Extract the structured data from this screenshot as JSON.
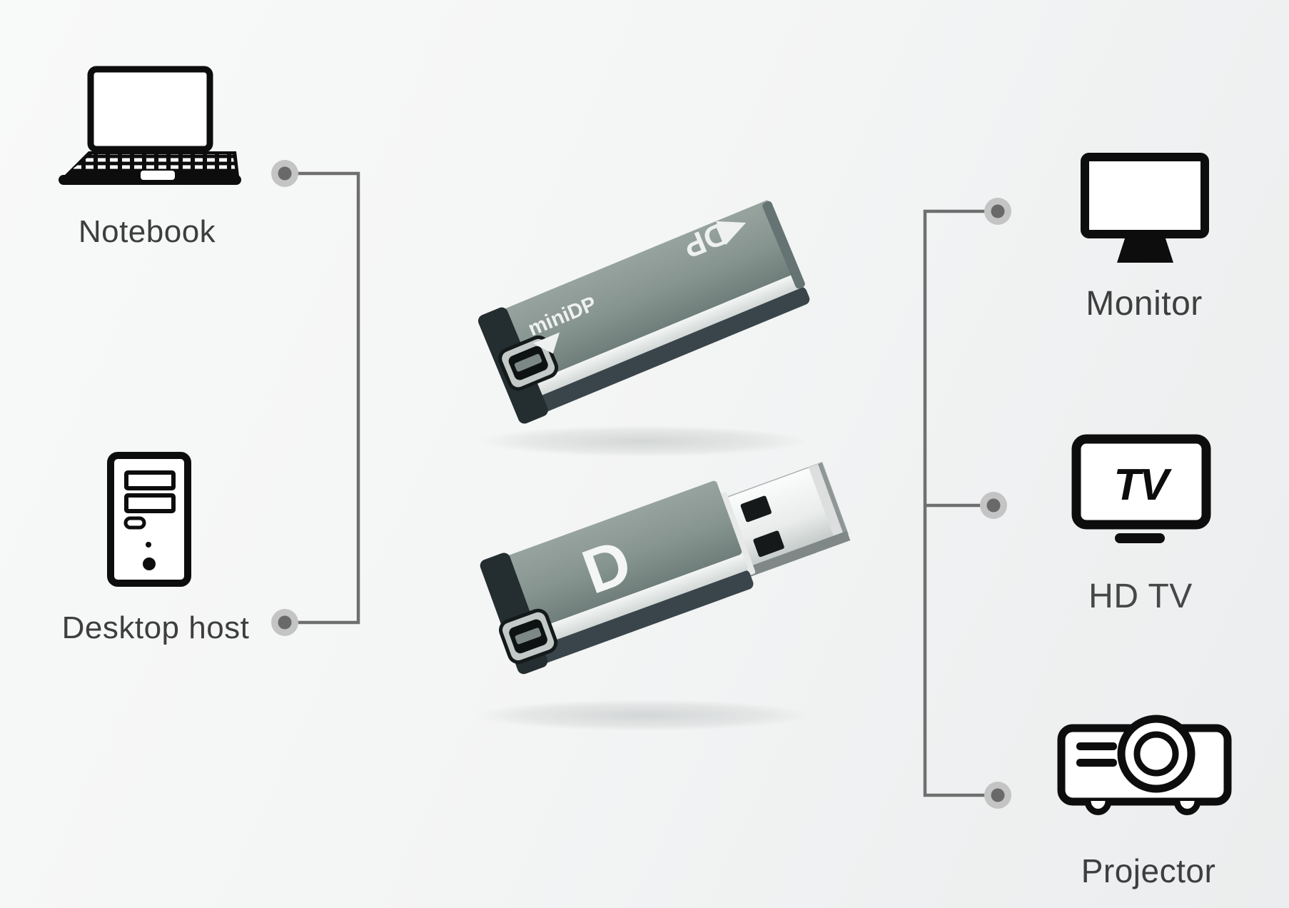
{
  "labels": {
    "notebook": "Notebook",
    "desktop": "Desktop host",
    "monitor": "Monitor",
    "hdtv": "HD TV",
    "projector": "Projector"
  },
  "adapter": {
    "minidp_label": "miniDP",
    "dp_label": "DP",
    "dp_logo": "D"
  },
  "tv_icon_label": "TV",
  "colors": {
    "line": "#6f6f6f",
    "dot_inner": "#696969",
    "dot_outer": "#c4c4c4",
    "icon_black": "#0d0d0d",
    "caption_text": "#3e3e3e",
    "adapter_body": "#8a9792",
    "adapter_dark": "#39454a",
    "adapter_cap": "#242d30",
    "adapter_highlight": "#eef1f0",
    "plug_silver": "#e8ebea",
    "background_top": "#f8f9f9",
    "background_bottom": "#ebedee"
  }
}
